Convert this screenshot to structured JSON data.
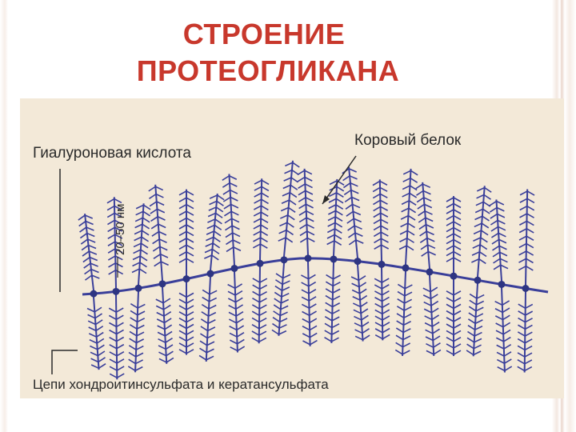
{
  "slide": {
    "title_line1": "СТРОЕНИЕ",
    "title_line2": "ПРОТЕОГЛИКАНА",
    "title_color": "#c8382c"
  },
  "diagram": {
    "labels": {
      "hyaluronic_acid": "Гиалуроновая кислота",
      "core_protein": "Коровый белок",
      "chains": "Цепи хондроитинсульфата и кератансульфата",
      "scale": "20–50 нм"
    },
    "colors": {
      "background": "#f3e9d8",
      "structure": "#3a3f9a",
      "node": "#2e3582"
    }
  }
}
